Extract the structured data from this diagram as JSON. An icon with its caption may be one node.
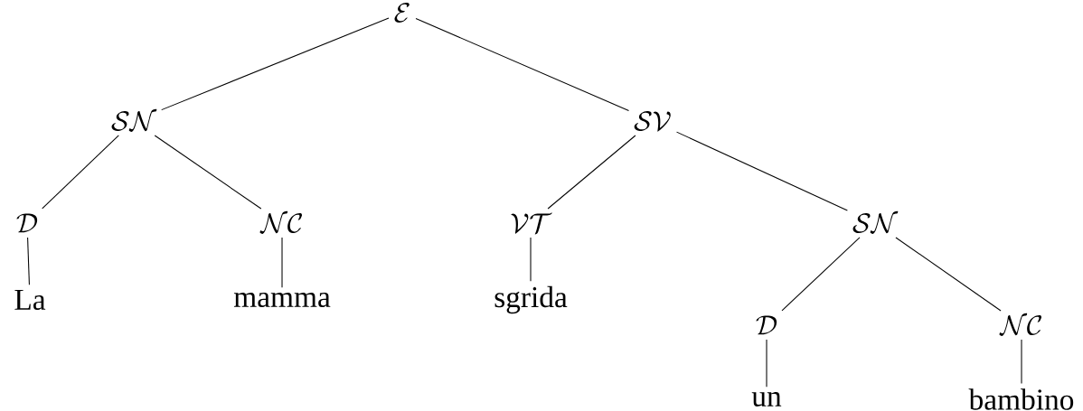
{
  "diagram": {
    "nodes": [
      {
        "text": [
          "\\mathcal{E}"
        ]
      },
      {
        "text": [
          "\\mathcal{SN}"
        ]
      },
      {
        "text": [
          "\\mathcal{SV}"
        ]
      },
      {
        "text": [
          "\\mathcal{D}"
        ]
      },
      {
        "text": [
          "\\mathcal{NC}"
        ]
      },
      {
        "text": [
          "\\mathcal{VT}"
        ]
      },
      {
        "text": [
          "\\mathcal{SN}"
        ]
      },
      {
        "text": [
          "La"
        ]
      },
      {
        "text": [
          "mamma"
        ]
      },
      {
        "text": [
          "sgrida"
        ]
      },
      {
        "text": [
          "\\mathcal{D}"
        ]
      },
      {
        "text": [
          "\\mathcal{NC}"
        ]
      },
      {
        "text": [
          "un"
        ]
      },
      {
        "text": [
          "bambino"
        ]
      }
    ],
    "edges": [
      {
        "from": 0,
        "to": 1,
        "arrow": "none"
      },
      {
        "from": 0,
        "to": 2,
        "arrow": "none"
      },
      {
        "from": 1,
        "to": 3,
        "arrow": "none"
      },
      {
        "from": 1,
        "to": 4,
        "arrow": "none"
      },
      {
        "from": 2,
        "to": 5,
        "arrow": "none"
      },
      {
        "from": 2,
        "to": 6,
        "arrow": "none"
      },
      {
        "from": 3,
        "to": 7,
        "arrow": "none"
      },
      {
        "from": 4,
        "to": 8,
        "arrow": "none"
      },
      {
        "from": 5,
        "to": 9,
        "arrow": "none"
      },
      {
        "from": 6,
        "to": 10,
        "arrow": "none"
      },
      {
        "from": 6,
        "to": 11,
        "arrow": "none"
      },
      {
        "from": 10,
        "to": 12,
        "arrow": "none"
      },
      {
        "from": 11,
        "to": 13,
        "arrow": "none"
      }
    ]
  }
}
